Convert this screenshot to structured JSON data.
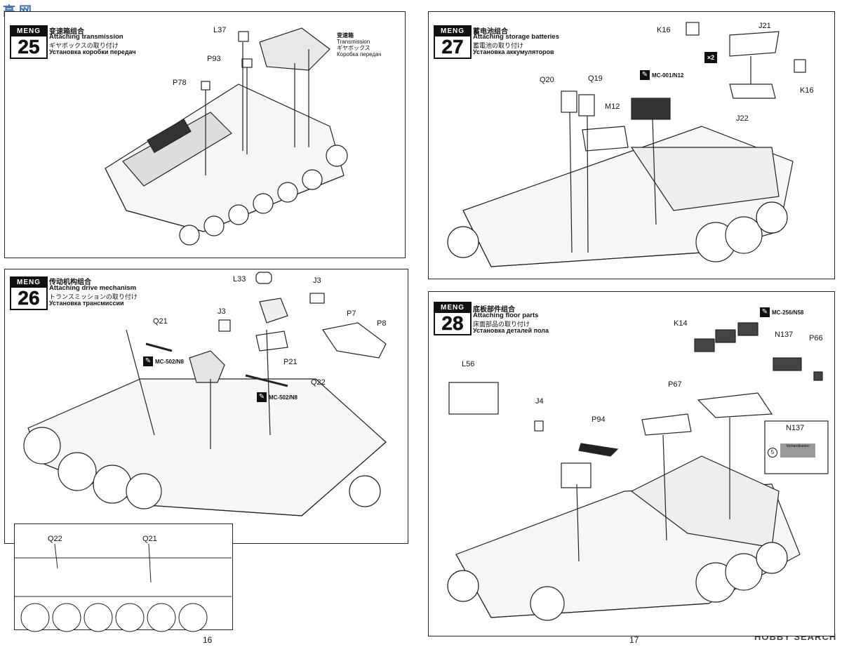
{
  "watermark_top": "高 网",
  "watermark_bottom": "HOBBY SEARCH",
  "brand": "MENG",
  "pages": {
    "left": "16",
    "right": "17"
  },
  "steps": [
    {
      "num": "25",
      "cn": "变速箱组合",
      "en": "Attaching transmission",
      "jp": "ギヤボックスの取り付け",
      "ru": "Установка коробки передач"
    },
    {
      "num": "26",
      "cn": "传动机构组合",
      "en": "Attaching drive mechanism",
      "jp": "トランスミッションの取り付け",
      "ru": "Установка трансмиссии"
    },
    {
      "num": "27",
      "cn": "蓄电池组合",
      "en": "Attaching storage batteries",
      "jp": "蓄電池の取り付け",
      "ru": "Установка аккумуляторов"
    },
    {
      "num": "28",
      "cn": "底板部件组合",
      "en": "Attaching floor parts",
      "jp": "床面部品の取り付け",
      "ru": "Установка деталей пола"
    }
  ],
  "step25": {
    "labels": {
      "l37": "L37",
      "p93": "P93",
      "p78": "P78"
    },
    "callout": {
      "cn": "变速箱",
      "en": "Transmission",
      "jp": "ギヤボックス",
      "ru": "Коробка передач"
    }
  },
  "step26": {
    "labels": {
      "l33": "L33",
      "j3a": "J3",
      "j3b": "J3",
      "q21": "Q21",
      "p7": "P7",
      "p8": "P8",
      "p21": "P21",
      "q22": "Q22"
    },
    "paint1": "MC-502/N8",
    "paint2": "MC-502/N8",
    "inset": {
      "q22": "Q22",
      "q21": "Q21"
    }
  },
  "step27": {
    "labels": {
      "k16a": "K16",
      "j21": "J21",
      "q20": "Q20",
      "q19": "Q19",
      "m12": "M12",
      "j22": "J22",
      "k16b": "K16"
    },
    "paint": "MC-001/N12",
    "multiplier": "×2"
  },
  "step28": {
    "labels": {
      "k14": "K14",
      "n137": "N137",
      "p66": "P66",
      "l56": "L56",
      "j4": "J4",
      "p67": "P67",
      "p94": "P94"
    },
    "paint": "MC-256/N58",
    "decal": {
      "part": "N137",
      "text": "Verbandkasten",
      "num": "5"
    }
  }
}
